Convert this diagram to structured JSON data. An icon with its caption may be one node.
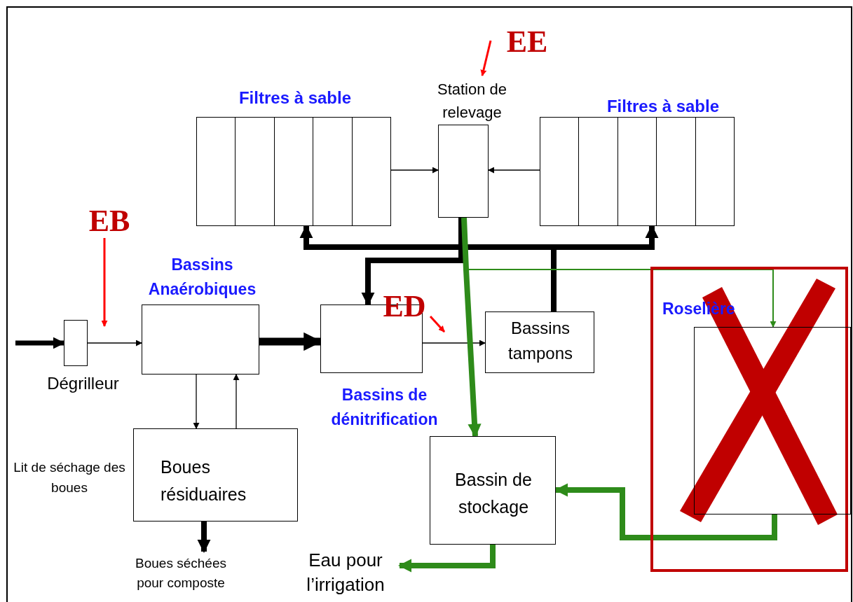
{
  "diagram": {
    "nodes": [
      {
        "text": [
          "Filtres à sable"
        ]
      },
      {
        "text": [
          "Station de relevage"
        ]
      },
      {
        "text": [
          "Filtres à sable"
        ]
      },
      {
        "text": [
          "Dégrilleur"
        ]
      },
      {
        "text": [
          "Bassins Anaérobiques"
        ]
      },
      {
        "text": [
          "Bassins de dénitrification"
        ]
      },
      {
        "text": [
          "Bassins tampons"
        ]
      },
      {
        "text": [
          "Roselière"
        ]
      },
      {
        "text": [
          "Boues résiduaires"
        ],
        "beside": [
          "Lit de séchage des boues"
        ]
      },
      {
        "text": [
          "Bassin de stockage"
        ]
      },
      {
        "text": [
          "Boues séchées pour composte"
        ]
      },
      {
        "text": [
          "Eau pour l’irrigation"
        ]
      },
      {
        "text": [
          "EE"
        ]
      },
      {
        "text": [
          "EB"
        ]
      },
      {
        "text": [
          "ED"
        ]
      }
    ],
    "edges": [
      {
        "from": null,
        "to": 3,
        "arrow": "to",
        "style": "thick"
      },
      {
        "from": 3,
        "to": 4,
        "arrow": "to"
      },
      {
        "from": 4,
        "to": 5,
        "arrow": "to",
        "style": "thick"
      },
      {
        "from": 5,
        "to": 6,
        "arrow": "to"
      },
      {
        "from": 4,
        "to": 8,
        "arrow": "to"
      },
      {
        "from": 8,
        "to": 4,
        "arrow": "to"
      },
      {
        "from": 8,
        "to": 10,
        "arrow": "to",
        "style": "thick"
      },
      {
        "from": 0,
        "to": 1,
        "arrow": "to"
      },
      {
        "from": 2,
        "to": 1,
        "arrow": "to"
      },
      {
        "from": 6,
        "to": 0,
        "arrow": "to",
        "style": "thick"
      },
      {
        "from": 6,
        "to": 2,
        "arrow": "to",
        "style": "thick"
      },
      {
        "from": 1,
        "to": 5,
        "arrow": "to",
        "style": "thick"
      },
      {
        "from": 1,
        "to": 9,
        "arrow": "to",
        "style": "thick",
        "color": "#2e8b1a"
      },
      {
        "from": 1,
        "to": 7,
        "arrow": "to",
        "color": "#2e8b1a"
      },
      {
        "from": 7,
        "to": 9,
        "arrow": "to",
        "style": "thick",
        "color": "#2e8b1a"
      },
      {
        "from": 9,
        "to": 11,
        "arrow": "to",
        "style": "thick",
        "color": "#2e8b1a"
      },
      {
        "from": 12,
        "to": 1,
        "arrow": "to",
        "color": "#ff0000"
      },
      {
        "from": 13,
        "to": 3,
        "arrow": "to",
        "color": "#ff0000"
      },
      {
        "from": 14,
        "to": null,
        "arrow": "to",
        "color": "#ff0000"
      }
    ]
  }
}
